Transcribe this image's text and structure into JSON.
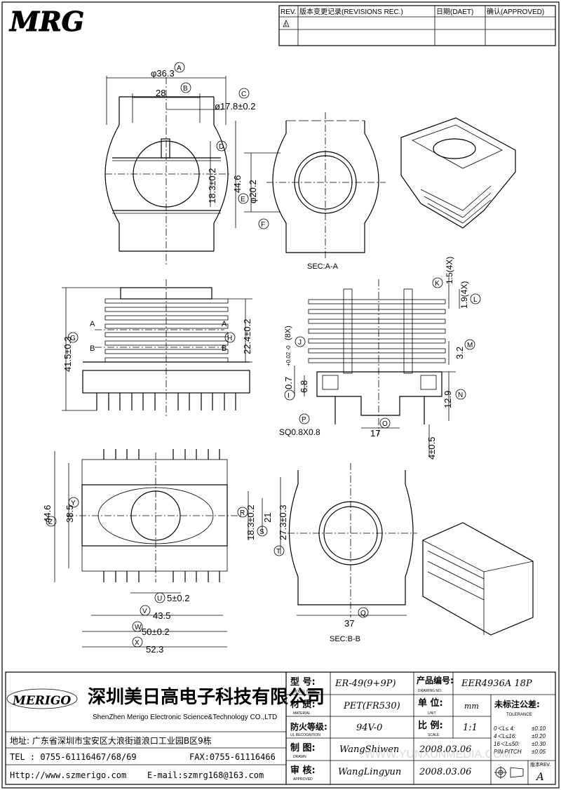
{
  "logo": {
    "text": "MRG"
  },
  "revision_block": {
    "headers": [
      "REV.",
      "版本变更记录(REVISIONS REC.)",
      "日期(DAET)",
      "确认(APPROVED)"
    ],
    "first_row_rev": "1"
  },
  "labels": {
    "A": "A",
    "B": "B",
    "C": "C",
    "D": "D",
    "E": "E",
    "F": "F",
    "G": "G",
    "H": "H",
    "I": "I",
    "J": "J",
    "K": "K",
    "L": "L",
    "M": "M",
    "N": "N",
    "O": "O",
    "P": "P",
    "Q": "Q",
    "R": "R",
    "S": "S",
    "T": "T",
    "U": "U",
    "V": "V",
    "W": "W",
    "X": "X",
    "Y": "Y",
    "Z": "Z"
  },
  "dimensions": {
    "A": "φ36.3",
    "B": "28",
    "C": "ø17.8±0.2",
    "D": "18.3±0.2",
    "E": "44.6",
    "F": "φ20.2",
    "G": "41.5±0.3",
    "H": "22.4±0.2",
    "I": "6.8",
    "J_main": "0.7",
    "J_tol": "+0.02 -0",
    "J_count": "(8X)",
    "K": "1.5(4X)",
    "L": "1.9(4X)",
    "M": "3.2",
    "N": "12.9",
    "O": "17",
    "P": "SQ0.8X0.8",
    "P_extra": "4±0.5",
    "Q": "37",
    "R": "18.3±0.2",
    "S": "21",
    "T": "27.3±0.3",
    "U": "5±0.2",
    "V": "43.5",
    "W": "50±0.2",
    "X": "52.3",
    "Y": "38.5",
    "Z": "44.6"
  },
  "section_marks": {
    "a": "A",
    "b": "B"
  },
  "section_titles": {
    "aa": "SEC:A-A",
    "bb": "SEC:B-B"
  },
  "company": {
    "logo_text": "MERIGO",
    "name_cn": "深圳美日高电子科技有限公司",
    "name_en": "ShenZhen Merigo Electronic Science&Technology CO.,LTD",
    "address": "地址: 广东省深圳市宝安区大浪街道浪口工业园B区9栋",
    "tel": "TEL : 0755-61116467/68/69",
    "fax": "FAX:0755-61116466",
    "http": "Http://www.szmerigo.com",
    "email": "E-mail:szmrg168@163.com"
  },
  "title_block": {
    "model_label": "型 号:",
    "model_label_en": "MODEL NAME",
    "model_value": "ER-49(9+9P)",
    "drawing_label": "产品编号:",
    "drawing_label_en": "DRAWING NO.",
    "drawing_value": "EER4936A 18P",
    "material_label": "材 质:",
    "material_label_en": "MATERIAL",
    "material_value": "PET(FR530)",
    "unit_label": "单 位:",
    "unit_label_en": "UNIT",
    "unit_value": "mm",
    "tolerance_title": "未标注公差:",
    "tolerance_title_en": "TOLERANCE",
    "flame_label": "防火等级:",
    "flame_label_en": "UL RECOGNITION",
    "flame_value": "94V-0",
    "scale_label": "比 例:",
    "scale_label_en": "SCALE",
    "scale_value": "1:1",
    "drawn_label": "制 图:",
    "drawn_label_en": "DRAWN",
    "drawn_value": "WangShiwen",
    "drawn_date": "2008.03.06",
    "approved_label": "审 核:",
    "approved_label_en": "APPROVED",
    "approved_value": "WangLingyun",
    "approved_date": "2008.03.06",
    "tolerances": [
      {
        "range": "0＜L≤ 4:",
        "value": "±0.10"
      },
      {
        "range": "4＜L≤16:",
        "value": "±0.20"
      },
      {
        "range": "16＜L≤50:",
        "value": "±0.30"
      },
      {
        "range": "PIN PITCH",
        "value": "±0.05"
      }
    ],
    "rev_label": "版本REV.",
    "rev_value": "A"
  },
  "watermark": "WWW.YUNXUNMEDIA.COM"
}
